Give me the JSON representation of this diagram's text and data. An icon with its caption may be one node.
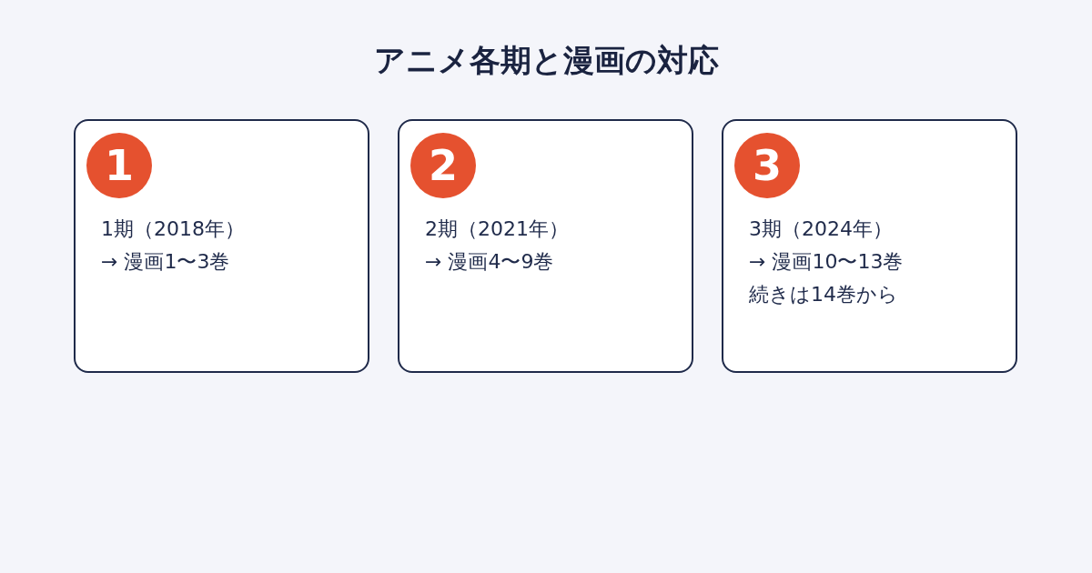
{
  "diagram": {
    "title": "アニメ各期と漫画の対応",
    "nodes": [
      {
        "text": [
          "1期（2018年）",
          "→ 漫画1〜3巻"
        ]
      },
      {
        "text": [
          "1"
        ],
        "in": 0
      },
      {
        "text": [
          "2期（2021年）",
          "→ 漫画4〜9巻"
        ]
      },
      {
        "text": [
          "2"
        ],
        "in": 2
      },
      {
        "text": [
          "3期（2024年）",
          "→ 漫画10〜13巻",
          "続きは14巻から"
        ]
      },
      {
        "text": [
          "3"
        ],
        "in": 4
      }
    ]
  }
}
